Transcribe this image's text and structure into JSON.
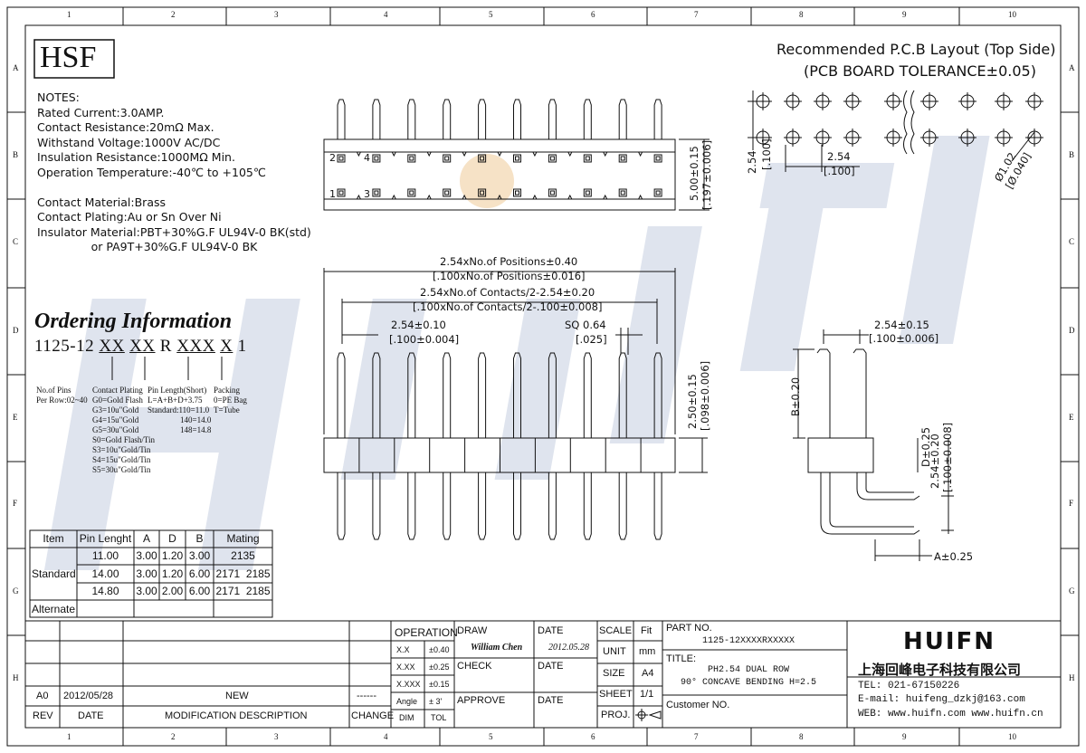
{
  "frame": {
    "col_labels": [
      "1",
      "2",
      "3",
      "4",
      "5",
      "6",
      "7",
      "8",
      "9",
      "10"
    ],
    "row_labels": [
      "A",
      "B",
      "C",
      "D",
      "E",
      "F",
      "G",
      "H"
    ]
  },
  "logo": {
    "text": "HSF"
  },
  "watermark": {
    "text": "HUIFN"
  },
  "notes": [
    "NOTES:",
    "Rated Current:3.0AMP.",
    "Contact Resistance:20mΩ Max.",
    "Withstand Voltage:1000V AC/DC",
    "Insulation Resistance:1000MΩ Min.",
    "Operation Temperature:-40℃ to +105℃",
    "",
    "Contact Material:Brass",
    "Contact Plating:Au or Sn Over Ni",
    "Insulator Material:PBT+30%G.F UL94V-0 BK(std)",
    "               or PA9T+30%G.F UL94V-0 BK"
  ],
  "pcb_layout": {
    "title": "Recommended P.C.B Layout (Top Side)",
    "subtitle": "(PCB BOARD TOLERANCE±0.05)",
    "dim_pitch_v": "2.54",
    "dim_pitch_v_in": "[.100]",
    "dim_pitch_h": "2.54",
    "dim_pitch_h_in": "[.100]",
    "dim_hole": "Ø1.02",
    "dim_hole_in": "[Ø.040]"
  },
  "top_view": {
    "pin_labels": {
      "p1": "1",
      "p2": "2",
      "p3": "3",
      "p4": "4"
    },
    "dim_height": "5.00±0.15",
    "dim_height_in": "[.197±0.006]"
  },
  "front_view": {
    "dim_total": "2.54xNo.of Positions±0.40",
    "dim_total_in": "[.100xNo.of Positions±0.016]",
    "dim_contacts": "2.54xNo.of Contacts/2-2.54±0.20",
    "dim_contacts_in": "[.100xNo.of Contacts/2-.100±0.008]",
    "dim_pitch": "2.54±0.10",
    "dim_pitch_in": "[.100±0.004]",
    "dim_sq": "SQ 0.64",
    "dim_sq_in": "[.025]",
    "dim_insul": "2.50±0.15",
    "dim_insul_in": "[.098±0.006]"
  },
  "side_view": {
    "dim_pitch": "2.54±0.15",
    "dim_pitch_in": "[.100±0.006]",
    "dim_b": "B±0.20",
    "dim_d": "D±0.25",
    "dim_row": "2.54±0.20",
    "dim_row_in": "[.100±0.008]",
    "dim_a": "A±0.25"
  },
  "ordering": {
    "title": "Ordering Information",
    "code_parts": [
      "1125-12 ",
      "XX",
      " ",
      "XX",
      " R ",
      "XXX",
      " ",
      "X",
      " 1"
    ],
    "col1": [
      "No.of Pins",
      "Per Row:02~40"
    ],
    "col2": [
      "Contact Plating",
      "G0=Gold Flash",
      "G3=10u\"Gold",
      "G4=15u\"Gold",
      "G5=30u\"Gold",
      "S0=Gold Flash/Tin",
      "S3=10u\"Gold/Tin",
      "S4=15u\"Gold/Tin",
      "S5=30u\"Gold/Tin"
    ],
    "col3": [
      "Pin Length(Short)",
      "L=A+B+D+3.75",
      "Standard:110=11.0",
      "140=14.0",
      "148=14.8"
    ],
    "col4": [
      "Packing",
      "0=PE Bag",
      "T=Tube"
    ]
  },
  "pin_table": {
    "headers": [
      "Item",
      "Pin Lenght",
      "A",
      "D",
      "B",
      "Mating"
    ],
    "group_label": "Standard",
    "rows": [
      [
        "11.00",
        "3.00",
        "1.20",
        "3.00",
        "2135"
      ],
      [
        "14.00",
        "3.00",
        "1.20",
        "6.00",
        "2171  2185"
      ],
      [
        "14.80",
        "3.00",
        "2.00",
        "6.00",
        "2171  2185"
      ]
    ],
    "alternate_label": "Alternate"
  },
  "revision": {
    "rev": "A0",
    "date": "2012/05/28",
    "desc": "NEW",
    "change": "------",
    "headers": [
      "REV",
      "DATE",
      "MODIFICATION  DESCRIPTION",
      "CHANGE"
    ]
  },
  "title_block": {
    "operation": "OPERATION",
    "tolerances": [
      [
        "X.X",
        "±0.40"
      ],
      [
        "X.XX",
        "±0.25"
      ],
      [
        "X.XXX",
        "±0.15"
      ],
      [
        "Angle",
        "± 3'"
      ]
    ],
    "dim_label": "DIM",
    "tol_label": "TOL",
    "draw_label": "DRAW",
    "draw_name": "William Chen",
    "check_label": "CHECK",
    "approve_label": "APPROVE",
    "date_label": "DATE",
    "draw_date": "2012.05.28",
    "scale_label": "SCALE",
    "scale_value": "Fit",
    "unit_label": "UNIT",
    "unit_value": "mm",
    "size_label": "SIZE",
    "size_value": "A4",
    "sheet_label": "SHEET",
    "sheet_value": "1/1",
    "proj_label": "PROJ.",
    "part_no_label": "PART NO.",
    "part_no": "1125-12XXXXRXXXXX",
    "title_label": "TITLE:",
    "title_line1": "PH2.54 DUAL ROW",
    "title_line2": "90° CONCAVE BENDING H=2.5",
    "customer_label": "Customer NO.",
    "company_logo": "HUIFN",
    "company_cn": "上海回峰电子科技有限公司",
    "tel": "TEL: 021-67150226",
    "email": "E-mail: huifeng_dzkj@163.com",
    "web": "WEB: www.huifn.com  www.huifn.cn"
  },
  "colors": {
    "line": "#111111",
    "watermark": "#dfe4ee",
    "accent_dot": "#f6e2c6"
  }
}
